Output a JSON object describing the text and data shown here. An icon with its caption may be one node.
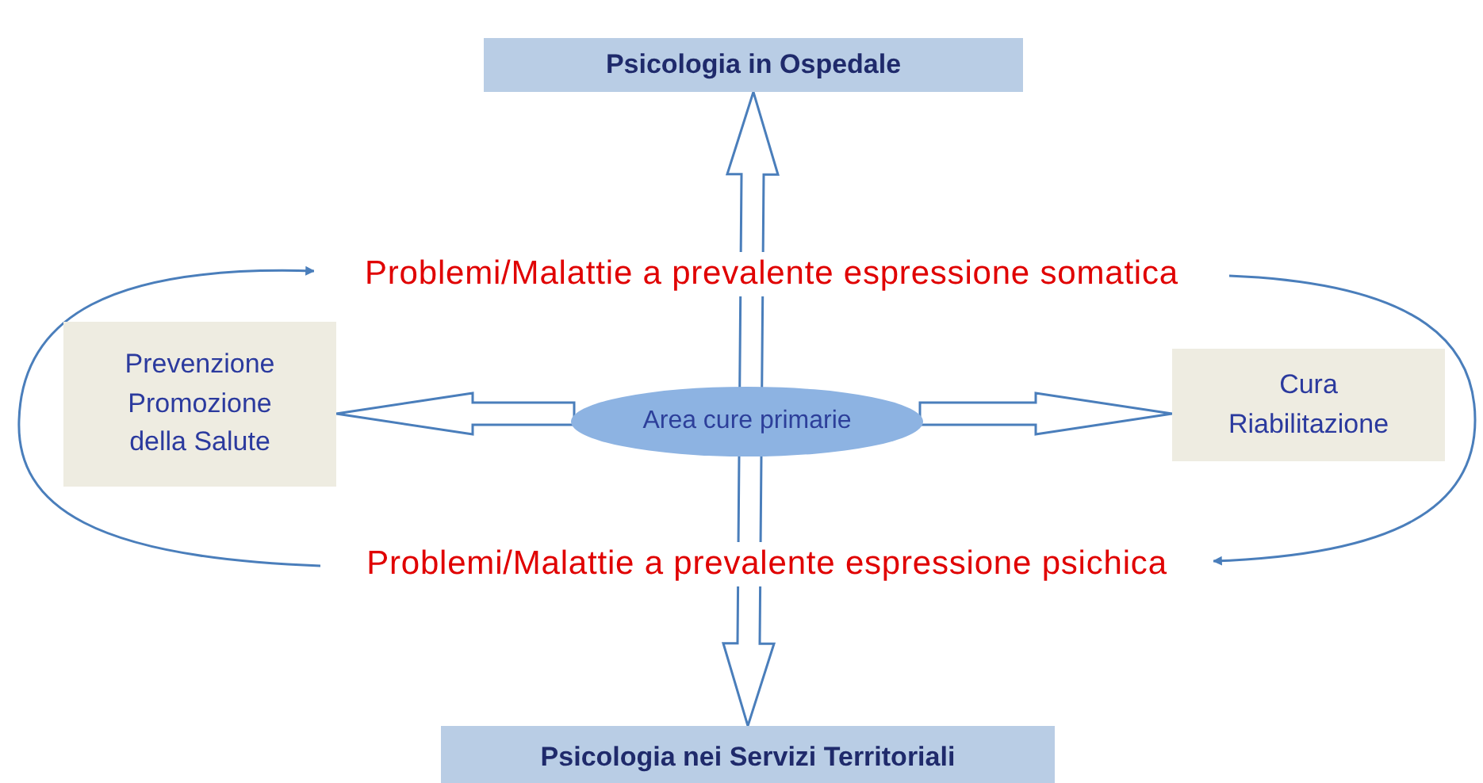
{
  "diagram": {
    "nodes": [
      {
        "text": [
          "Psicologia in Ospedale"
        ]
      },
      {
        "text": [
          "Problemi/Malattie a prevalente espressione somatica"
        ]
      },
      {
        "text": [
          "Prevenzione Promozione della Salute"
        ]
      },
      {
        "text": [
          "Area cure primarie"
        ]
      },
      {
        "text": [
          "Cura Riabilitazione"
        ]
      },
      {
        "text": [
          "Problemi/Malattie a prevalente espressione psichica"
        ]
      },
      {
        "text": [
          "Psicologia nei Servizi Territoriali"
        ]
      }
    ],
    "edges": [
      {
        "from": 0,
        "to": 6,
        "arrow": "both"
      },
      {
        "from": 3,
        "to": 2,
        "arrow": "to"
      },
      {
        "from": 3,
        "to": 4,
        "arrow": "to"
      },
      {
        "from": 5,
        "to": 1,
        "arrow": "to"
      },
      {
        "from": 1,
        "to": 5,
        "arrow": "to"
      }
    ]
  }
}
